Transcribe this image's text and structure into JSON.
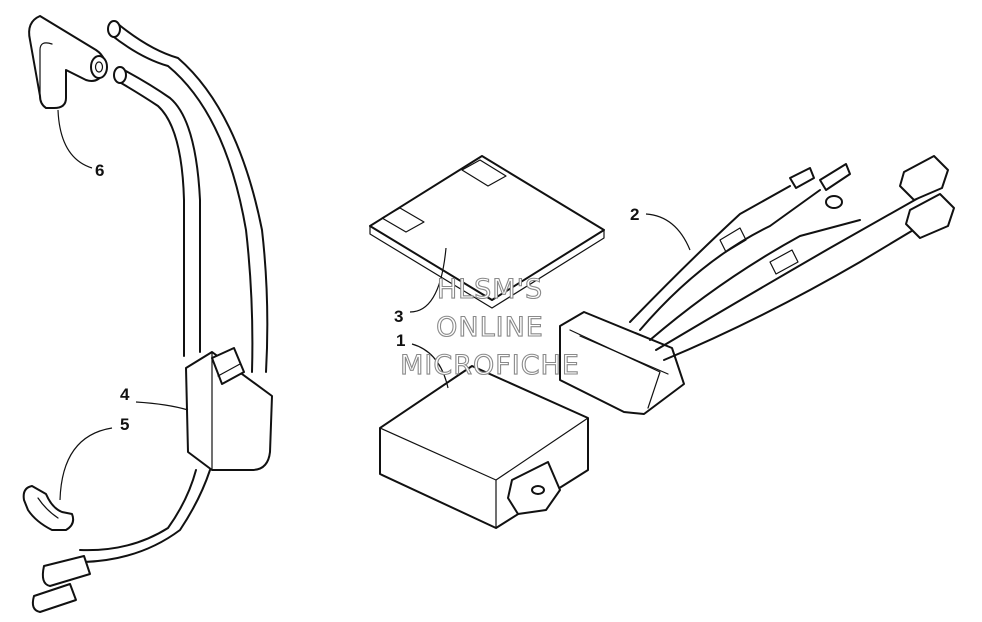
{
  "callouts": {
    "c1": "1",
    "c2": "2",
    "c3": "3",
    "c4": "4",
    "c5": "5",
    "c6": "6"
  },
  "watermark": {
    "line1": "HLSM'S",
    "line2": "ONLINE",
    "line3": "MICROFICHE"
  },
  "colors": {
    "ink": "#111111",
    "watermark_stroke": "#8a8a8a",
    "background": "#ffffff"
  }
}
